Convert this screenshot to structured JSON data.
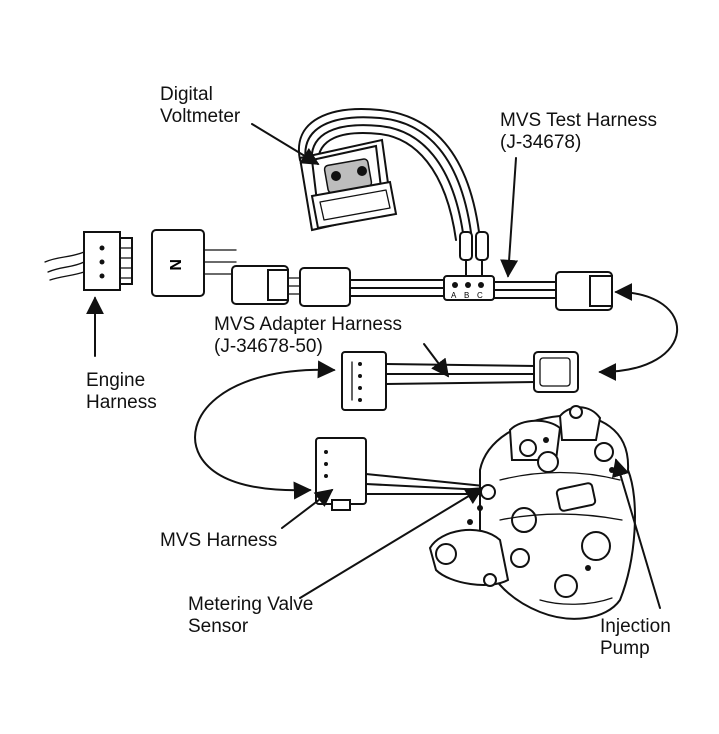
{
  "labels": {
    "digital_voltmeter": [
      "Digital",
      "Voltmeter"
    ],
    "mvs_test_harness": [
      "MVS Test Harness",
      "(J-34678)"
    ],
    "mvs_adapter_harness": [
      "MVS Adapter Harness",
      "(J-34678-50)"
    ],
    "engine_harness": [
      "Engine",
      "Harness"
    ],
    "mvs_harness": [
      "MVS Harness"
    ],
    "metering_valve_sensor": [
      "Metering Valve",
      "Sensor"
    ],
    "injection_pump": [
      "Injection",
      "Pump"
    ]
  },
  "component_markings": {
    "connector_mark": "N",
    "terminal_letters": [
      "A",
      "B",
      "C"
    ]
  },
  "colors": {
    "ink": "#111111",
    "background": "#ffffff"
  }
}
